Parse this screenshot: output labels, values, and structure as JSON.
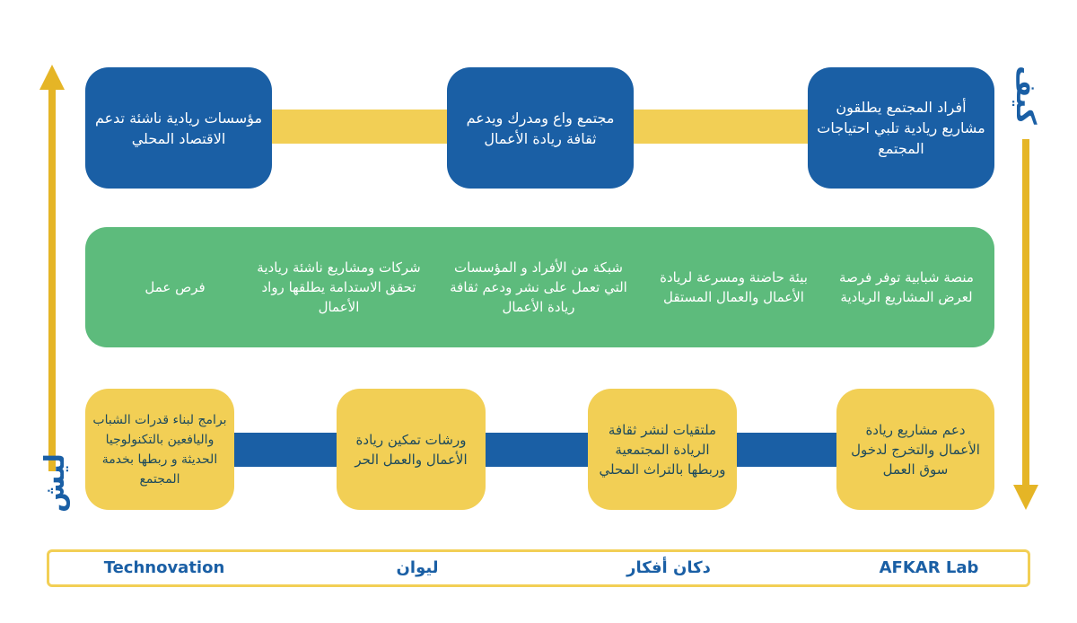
{
  "colors": {
    "blue": "#1a5fa5",
    "yellow": "#f2cf55",
    "green": "#5dbb7c",
    "gold": "#e5b526"
  },
  "axis": {
    "top_right_label": "كيف",
    "bottom_left_label": "ليش"
  },
  "top_row": [
    "أفراد المجتمع يطلقون مشاريع ريادية تلبي احتياجات المجتمع",
    "مجتمع واع ومدرك ويدعم ثقافة ريادة الأعمال",
    "مؤسسات ريادية ناشئة تدعم الاقتصاد المحلي"
  ],
  "middle_row": [
    "منصة شبابية توفر فرصة لعرض المشاريع الريادية",
    "بيئة حاضنة ومسرعة لريادة الأعمال والعمال المستقل",
    "شبكة من الأفراد و المؤسسات التي تعمل على نشر ودعم ثقافة ريادة الأعمال",
    "شركات ومشاريع ناشئة ريادية تحقق الاستدامة يطلقها رواد الأعمال",
    "فرص عمل"
  ],
  "bottom_row": [
    "دعم مشاريع ريادة الأعمال والتخرج لدخول سوق العمل",
    "ملتقيات لنشر ثقافة الريادة المجتمعية وربطها بالتراث المحلي",
    "ورشات تمكين ريادة الأعمال والعمل الحر",
    "برامج لبناء قدرات الشباب واليافعين بالتكنولوجيا الحديثة و ربطها بخدمة المجتمع"
  ],
  "footer": [
    "AFKAR Lab",
    "دكان أفكار",
    "ليوان",
    "Technovation"
  ]
}
